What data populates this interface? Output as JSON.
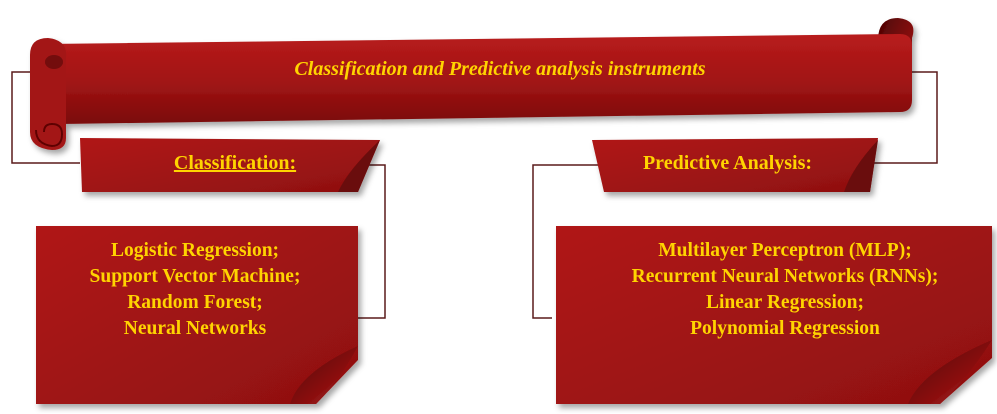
{
  "colors": {
    "banner_red": "#a41616",
    "panel_red": "#a01414",
    "dark_red": "#5e0606",
    "text_yellow": "#ffd400",
    "connector": "#5a1a1a"
  },
  "banner": {
    "title": "Classification and Predictive analysis instruments"
  },
  "classification": {
    "heading": "Classification:",
    "items": [
      "Logistic Regression;",
      "Support Vector Machine;",
      "Random Forest;",
      "Neural Networks"
    ]
  },
  "predictive": {
    "heading": "Predictive Analysis:",
    "items": [
      "Multilayer Perceptron (MLP);",
      "Recurrent Neural Networks (RNNs);",
      "Linear Regression;",
      "Polynomial Regression"
    ]
  }
}
